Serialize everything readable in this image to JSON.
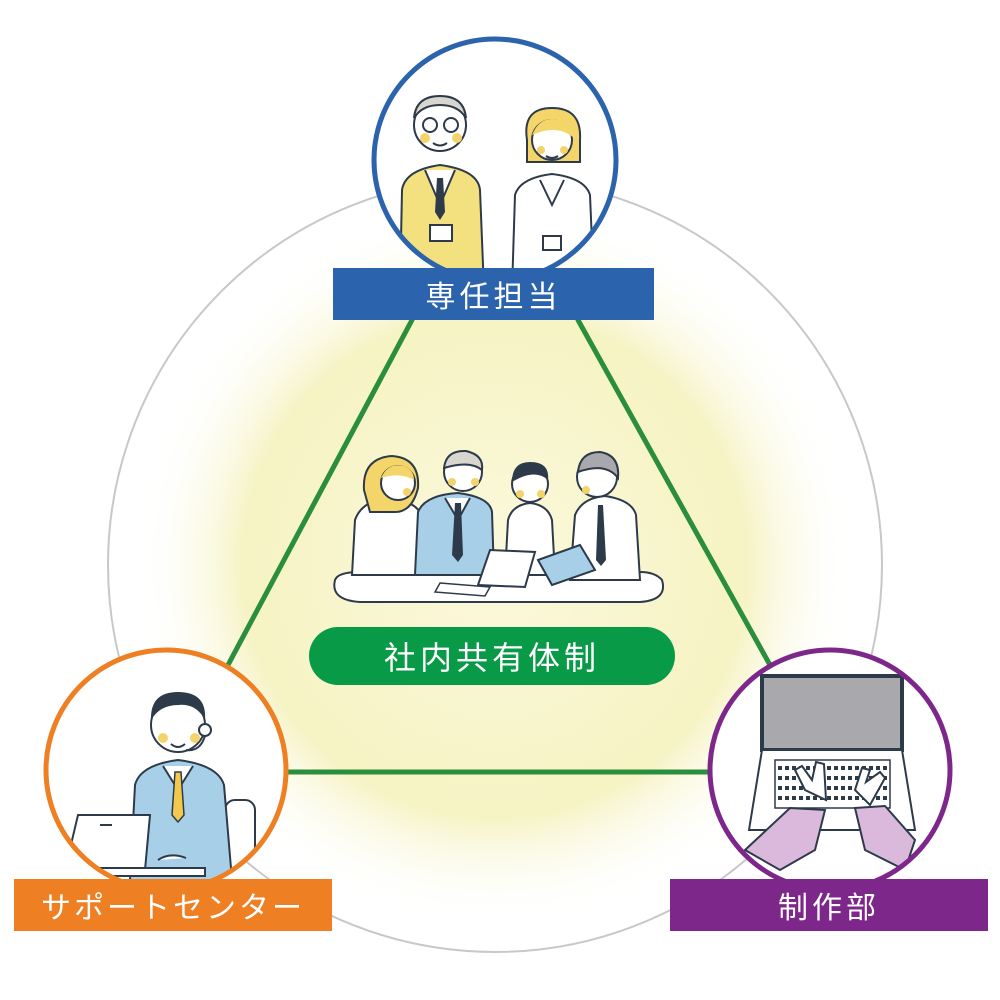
{
  "diagram": {
    "top_role": "専任担当",
    "left_role": "サポートセンター",
    "right_role": "制作部",
    "center_label": "社内共有体制"
  },
  "colors": {
    "top": "#2c63ad",
    "left": "#ee7f23",
    "right": "#7e278a",
    "center": "#089a47",
    "outer_ring": "#c8c8c8",
    "glow": "#f6f3c4"
  },
  "icons": {
    "top": "staff-couple-illustration",
    "left": "call-center-operator-illustration",
    "right": "laptop-typing-illustration",
    "center": "team-meeting-illustration"
  }
}
